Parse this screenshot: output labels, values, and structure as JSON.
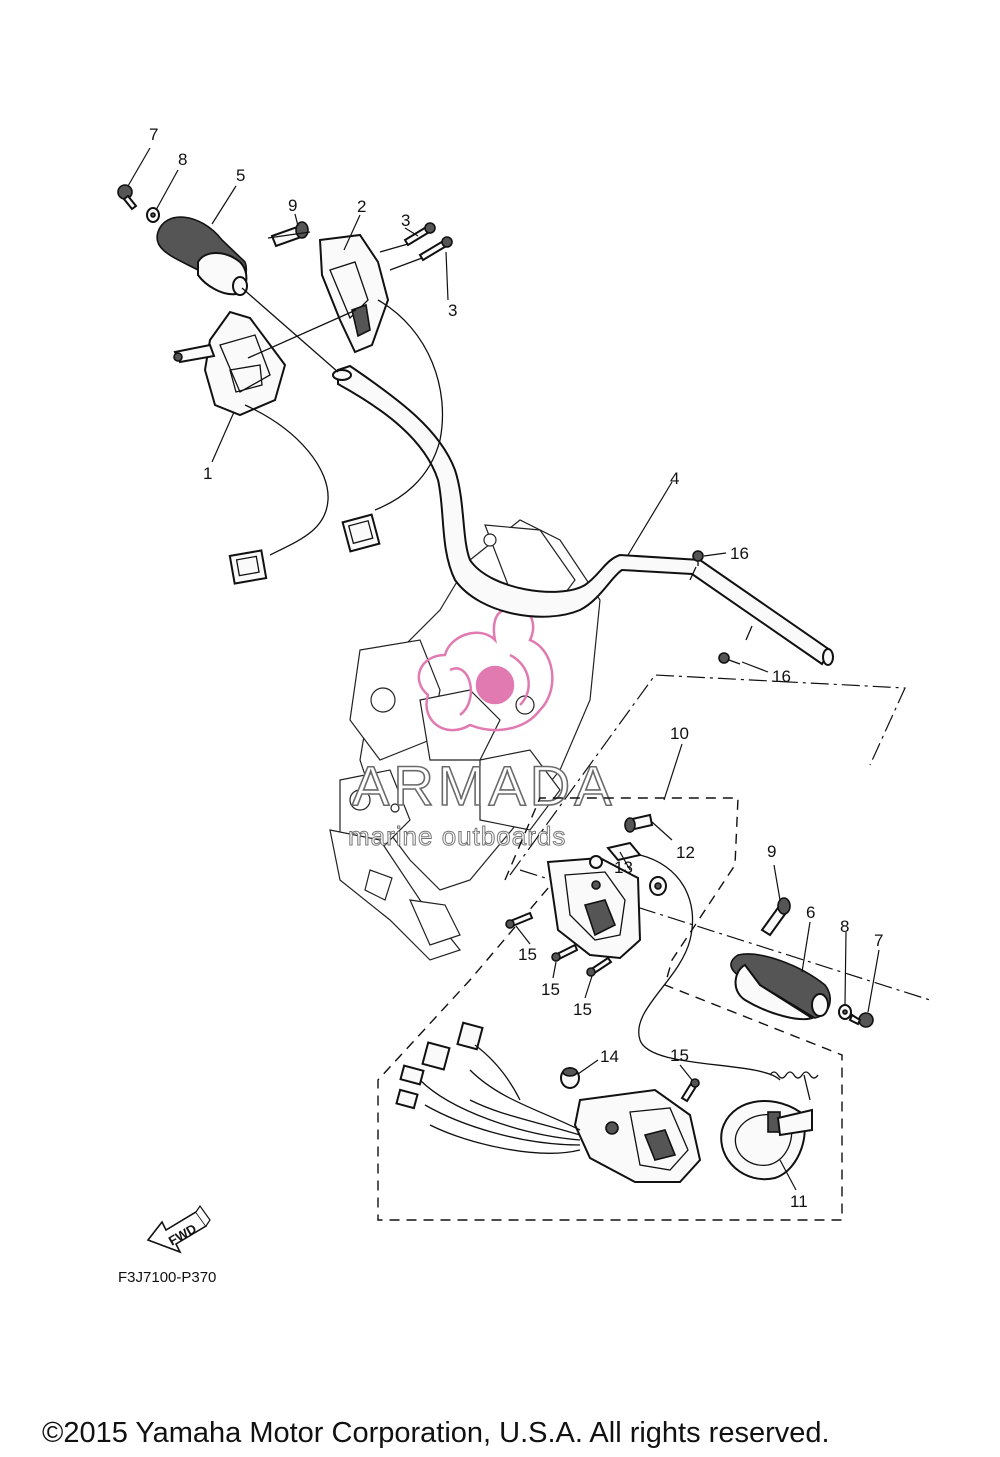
{
  "diagram": {
    "callouts": {
      "c1": "1",
      "c2": "2",
      "c3a": "3",
      "c3b": "3",
      "c4": "4",
      "c5": "5",
      "c6": "6",
      "c7a": "7",
      "c7b": "7",
      "c8a": "8",
      "c8b": "8",
      "c9a": "9",
      "c9b": "9",
      "c10": "10",
      "c11": "11",
      "c12": "12",
      "c13": "13",
      "c14": "14",
      "c15a": "15",
      "c15b": "15",
      "c15c": "15",
      "c15d": "15",
      "c16a": "16",
      "c16b": "16"
    },
    "fwd_label": "FWD",
    "drawing_code": "F3J7100-P370",
    "watermark": {
      "brand": "ARMADA",
      "tagline": "marine outboards",
      "accent_color": "#e07ab0"
    },
    "copyright": "©2015 Yamaha Motor Corporation, U.S.A. All rights reserved."
  }
}
